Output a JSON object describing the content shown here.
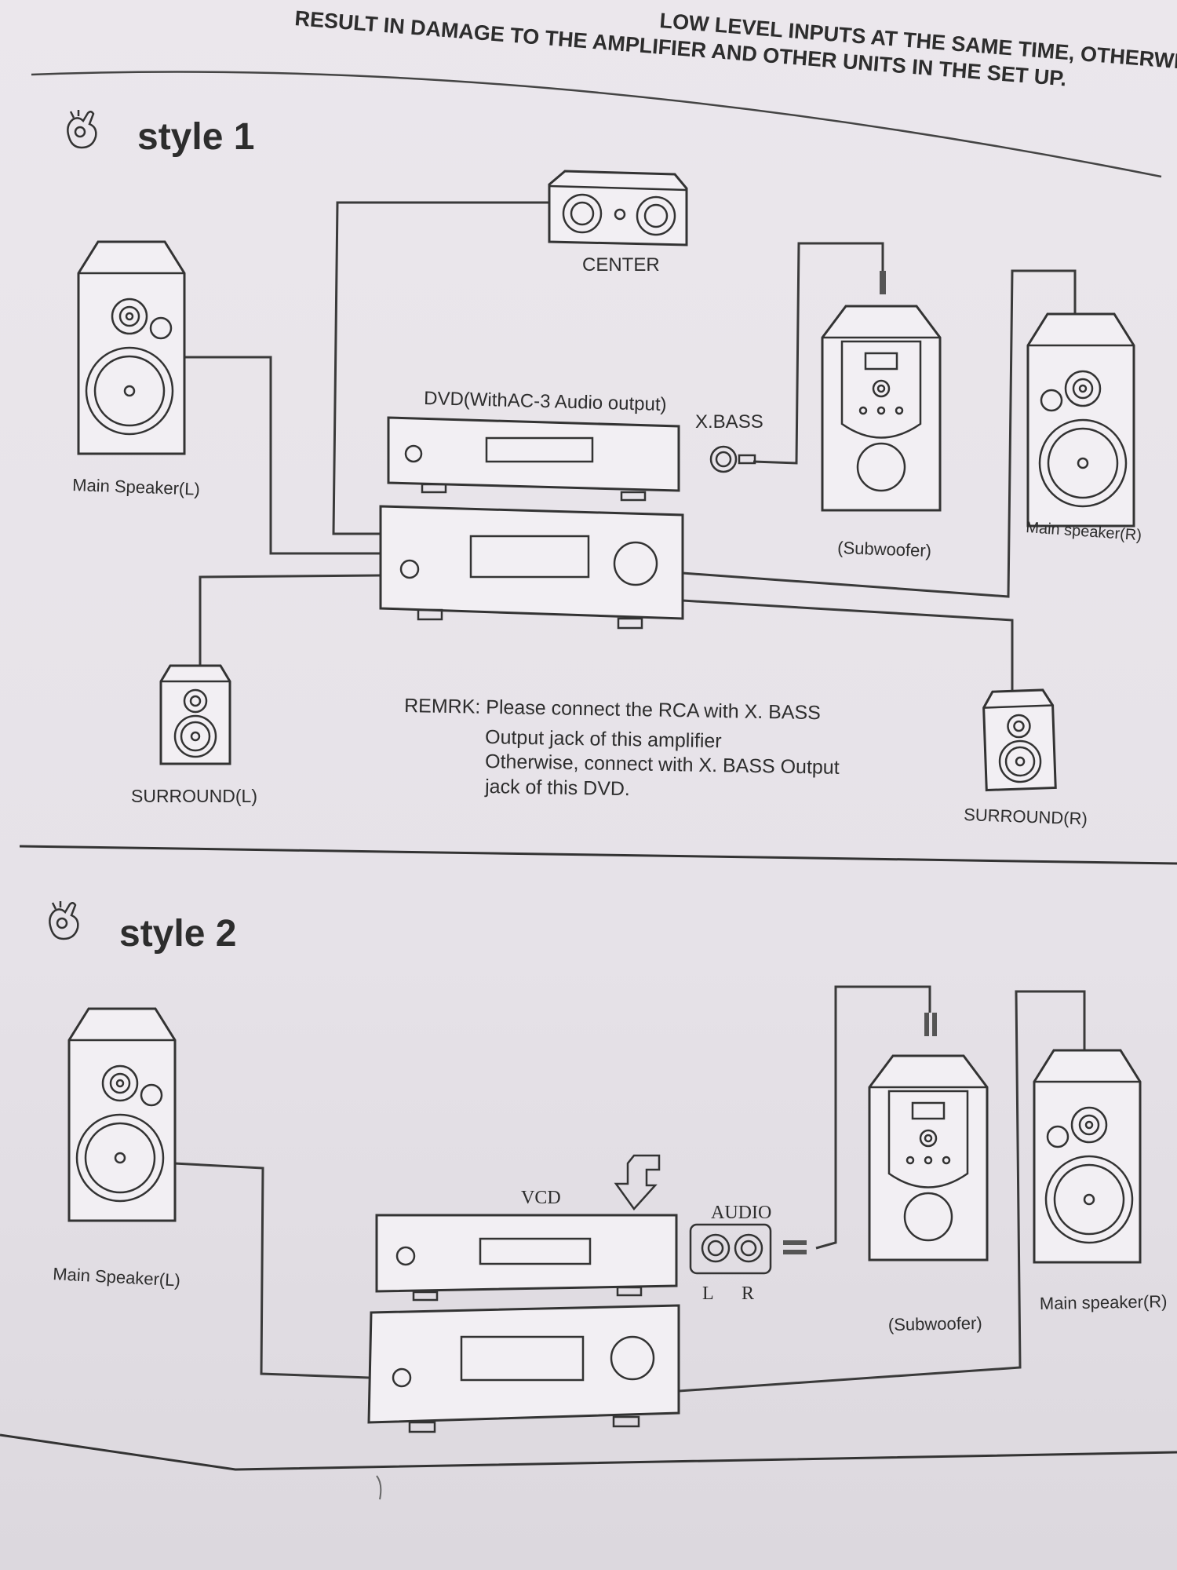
{
  "caution": {
    "line1": "LOW LEVEL INPUTS AT THE SAME TIME, OTHERWISE",
    "line2": "RESULT IN DAMAGE TO THE AMPLIFIER AND OTHER UNITS IN THE SET UP."
  },
  "style1": {
    "title": "style 1",
    "center": "CENTER",
    "dvd": "DVD(WithAC-3 Audio output)",
    "xbass": "X.BASS",
    "main_left": "Main Speaker(L)",
    "main_right": "Main speaker(R)",
    "subwoofer": "(Subwoofer)",
    "surround_left": "SURROUND(L)",
    "surround_right": "SURROUND(R)",
    "remark": {
      "line1": "REMRK: Please connect the RCA with X. BASS",
      "line2": "Output jack of this amplifier",
      "line3": "Otherwise, connect with X. BASS Output",
      "line4": "jack of this DVD."
    }
  },
  "style2": {
    "title": "style 2",
    "vcd": "VCD",
    "audio": "AUDIO",
    "audio_l": "L",
    "audio_r": "R",
    "main_left": "Main Speaker(L)",
    "main_right": "Main speaker(R)",
    "subwoofer": "(Subwoofer)"
  },
  "colors": {
    "paper": "#e9e5ea",
    "ink": "#2b2b2b"
  },
  "icons": [
    "hand-ok-icon",
    "arrow-down-icon"
  ]
}
